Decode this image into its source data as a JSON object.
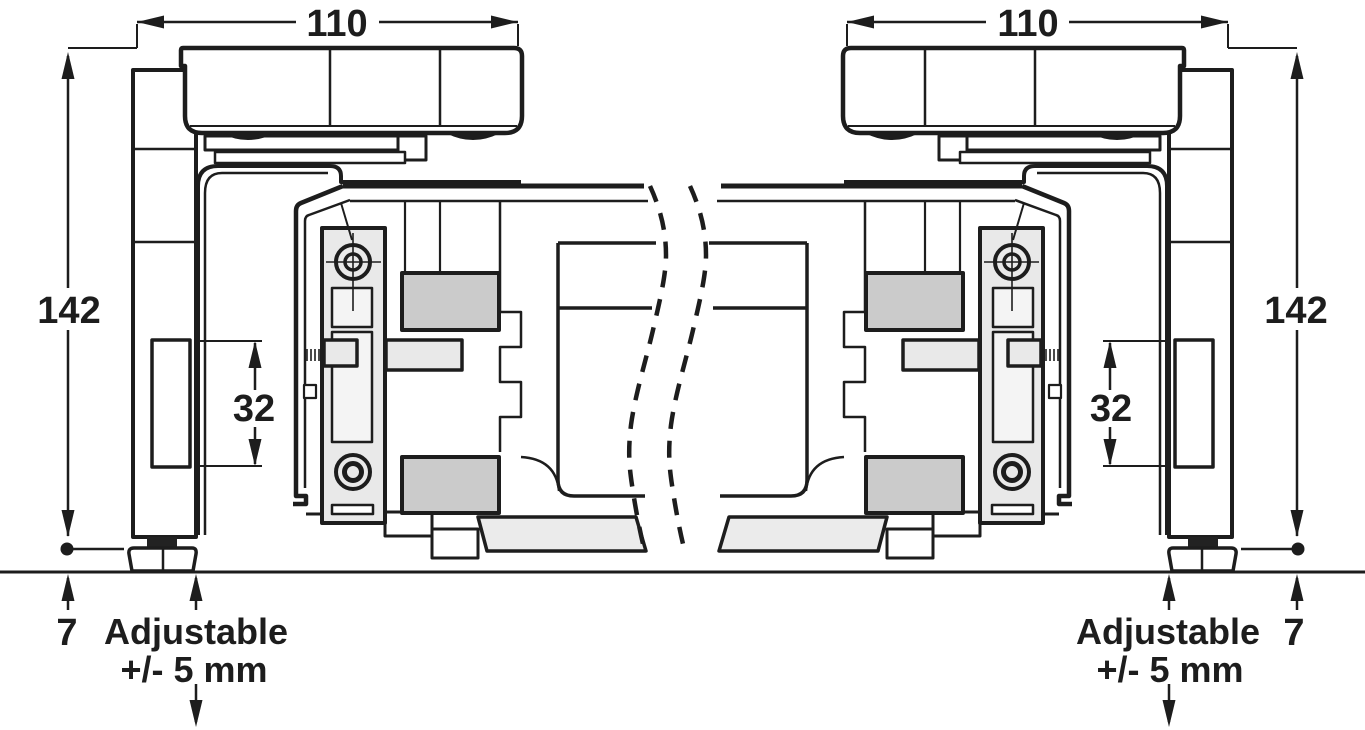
{
  "diagram": {
    "type": "technical-cross-section",
    "description": "Mirrored cross section of a sliding door top-track fitting with roller carriages, mounting plates and adjustable floor feet",
    "dimensions": {
      "left_width": {
        "label": "110"
      },
      "right_width": {
        "label": "110"
      },
      "left_height": {
        "label": "142"
      },
      "right_height": {
        "label": "142"
      },
      "left_spacing": {
        "label": "32"
      },
      "right_spacing": {
        "label": "32"
      },
      "left_floor_gap": {
        "label": "7"
      },
      "right_floor_gap": {
        "label": "7"
      }
    },
    "annotations": {
      "left_adjustable": {
        "line1": "Adjustable",
        "line2": "+/- 5 mm"
      },
      "right_adjustable": {
        "line1": "Adjustable",
        "line2": "+/- 5 mm"
      }
    },
    "colors": {
      "line": "#1d1d1d",
      "plate_fill": "#e9e9e9",
      "block_fill": "#cbcbcb",
      "rail_fill": "#ebebeb",
      "background": "#ffffff"
    }
  }
}
